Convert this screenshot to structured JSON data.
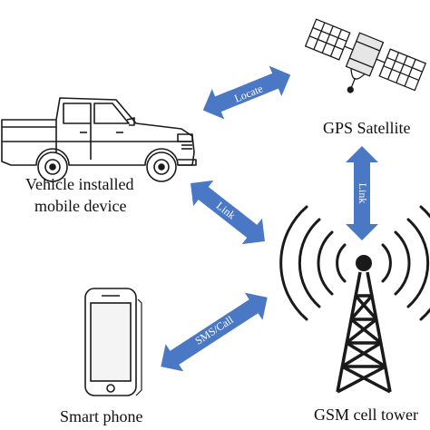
{
  "colors": {
    "arrow": "#4a78c4",
    "line": "#1a1a1a"
  },
  "nodes": {
    "vehicle": {
      "line1": "Vehicle installed",
      "line2": "mobile device",
      "icon": "pickup-truck-icon"
    },
    "satellite": {
      "label": "GPS Satellite",
      "icon": "satellite-icon"
    },
    "tower": {
      "label": "GSM cell tower",
      "icon": "cell-tower-icon"
    },
    "phone": {
      "label": "Smart phone",
      "icon": "smartphone-icon"
    }
  },
  "links": {
    "locate": "Locate",
    "link_vehicle_tower": "Link",
    "link_satellite_tower": "Link",
    "sms_call": "SMS/Call"
  }
}
